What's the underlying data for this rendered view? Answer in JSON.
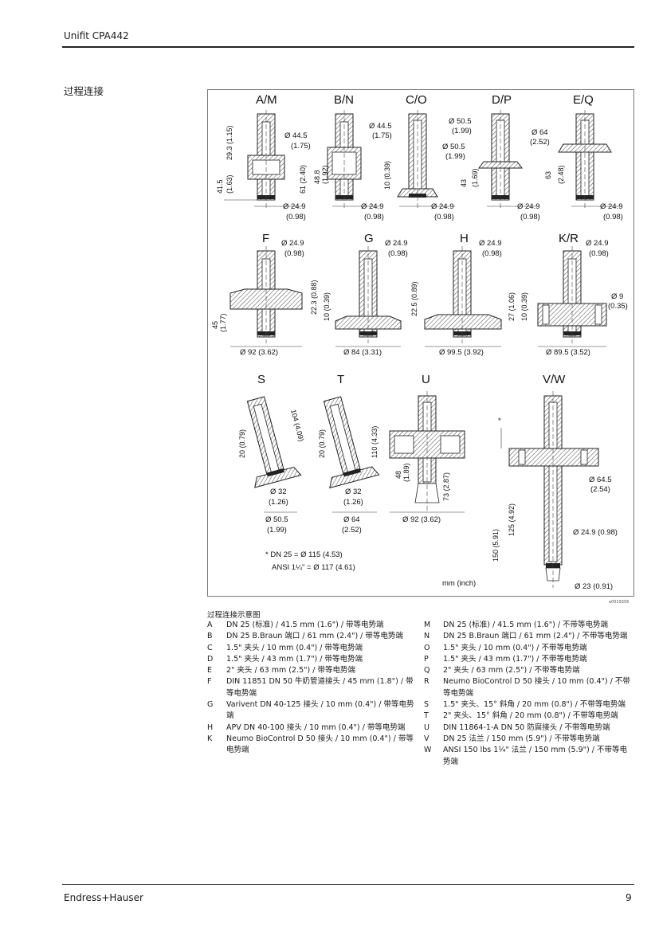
{
  "header": {
    "product": "Unifit CPA442"
  },
  "section": {
    "title": "过程连接"
  },
  "figure": {
    "id": "a0019356",
    "caption": "过程连接示意图",
    "labels": {
      "am": "A/M",
      "bn": "B/N",
      "co": "C/O",
      "dp": "D/P",
      "eq": "E/Q",
      "f": "F",
      "g": "G",
      "h": "H",
      "kr": "K/R",
      "s": "S",
      "t": "T",
      "u": "U",
      "vw": "V/W"
    },
    "dims": {
      "d1": "Ø 44.5",
      "d1i": "(1.75)",
      "d2": "Ø 44.5",
      "d2i": "(1.75)",
      "d3": "Ø 50.5",
      "d3i": "(1.99)",
      "d4": "Ø 50.5",
      "d4i": "(1.99)",
      "d5": "Ø 64",
      "d5i": "(2.52)",
      "d249": "Ø 24.9",
      "d249i": "(0.98)",
      "v293": "29.3 (1.15)",
      "v415": "41.5",
      "v415i": "(1.63)",
      "v61": "61 (2.40)",
      "v488": "48.8",
      "v488i": "(1.92)",
      "v10": "10 (0.39)",
      "v43": "43",
      "v43i": "(1.69)",
      "v63": "63",
      "v63i": "(2.48)",
      "v45": "45",
      "v45i": "(1.77)",
      "v223": "22.3 (0.88)",
      "v225": "22.5 (0.89)",
      "v27": "27 (1.06)",
      "v9": "Ø 9",
      "v9i": "(0.35)",
      "h92": "Ø 92 (3.62)",
      "h84": "Ø 84 (3.31)",
      "h995": "Ø 99.5 (3.92)",
      "h895": "Ø 89.5 (3.52)",
      "v20": "20 (0.79)",
      "v104": "104 (4.09)",
      "v110": "110 (4.33)",
      "d32": "Ø 32",
      "d32i": "(1.26)",
      "d505": "Ø 50.5",
      "d505i": "(1.99)",
      "d64": "Ø 64",
      "d64i": "(2.52)",
      "v48": "48",
      "v48i": "(1.89)",
      "v73": "73 (2.87)",
      "u92": "Ø 92 (3.62)",
      "v150": "150 (5.91)",
      "v125": "125 (4.92)",
      "d645": "Ø 64.5",
      "d645i": "(2.54)",
      "d249w": "Ø 24.9 (0.98)",
      "d23": "Ø 23 (0.91)",
      "star": "*",
      "note1": "* DN 25 = Ø 115 (4.53)",
      "note2": "ANSI 1¼\" = Ø 117 (4.61)",
      "unit": "mm (inch)"
    }
  },
  "legend_left": [
    {
      "key": "A",
      "text": "DN 25 (标准) / 41.5 mm (1.6\") / 带等电势端"
    },
    {
      "key": "B",
      "text": "DN 25 B.Braun 端口 / 61 mm (2.4\") / 带等电势端"
    },
    {
      "key": "C",
      "text": "1.5\" 夹头 / 10 mm (0.4\") / 带等电势端"
    },
    {
      "key": "D",
      "text": "1.5\" 夹头 / 43 mm (1.7\") / 带等电势端"
    },
    {
      "key": "E",
      "text": "2\" 夹头 / 63 mm (2.5\") / 带等电势端"
    },
    {
      "key": "F",
      "text": "DIN 11851 DN 50 牛奶管道接头 / 45 mm (1.8\") / 带等电势端"
    },
    {
      "key": "G",
      "text": "Varivent DN 40-125 接头 / 10 mm (0.4\") / 带等电势端"
    },
    {
      "key": "H",
      "text": "APV DN 40-100 接头 / 10 mm (0.4\") / 带等电势端"
    },
    {
      "key": "K",
      "text": "Neumo BioControl D 50 接头 / 10 mm (0.4\") / 带等电势端"
    }
  ],
  "legend_right": [
    {
      "key": "M",
      "text": "DN 25 (标准) / 41.5 mm (1.6\") / 不带等电势端"
    },
    {
      "key": "N",
      "text": "DN 25 B.Braun 端口 / 61 mm (2.4\") / 不带等电势端"
    },
    {
      "key": "O",
      "text": "1.5\" 夹头 / 10 mm (0.4\") / 不带等电势端"
    },
    {
      "key": "P",
      "text": "1.5\" 夹头 / 43 mm (1.7\") / 不带等电势端"
    },
    {
      "key": "Q",
      "text": "2\" 夹头 / 63 mm (2.5\") / 不带等电势端"
    },
    {
      "key": "R",
      "text": "Neumo BioControl D 50 接头 / 10 mm (0.4\") / 不带等电势端"
    },
    {
      "key": "S",
      "text": "1.5\" 夹头、15° 斜角 / 20 mm (0.8\") / 不带等电势端"
    },
    {
      "key": "T",
      "text": "2\" 夹头、15° 斜角 / 20 mm (0.8\") / 不带等电势端"
    },
    {
      "key": "U",
      "text": "DIN 11864-1-A DN 50 防腐接头 / 不带等电势端"
    },
    {
      "key": "V",
      "text": "DN 25 法兰 / 150 mm (5.9\") / 不带等电势端"
    },
    {
      "key": "W",
      "text": "ANSI 150 lbs 1¼\" 法兰 / 150 mm (5.9\") / 不带等电势端"
    }
  ],
  "footer": {
    "brand": "Endress+Hauser",
    "page": "9"
  }
}
